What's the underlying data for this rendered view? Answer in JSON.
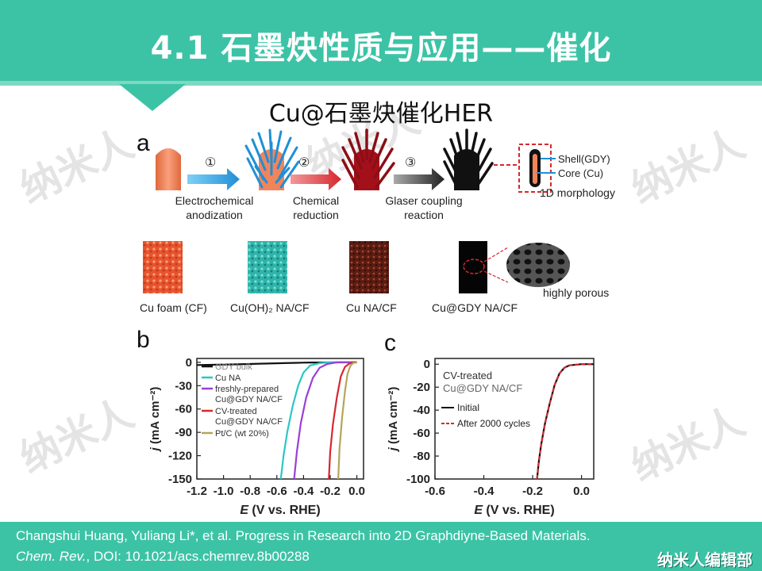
{
  "title": "4.1 石墨炔性质与应用——催化",
  "subtitle": "Cu@石墨炔催化HER",
  "watermark": "纳米人",
  "colors": {
    "accent": "#3cc3a6",
    "gdy_bulk": "#111111",
    "cu_na": "#2bc7c4",
    "freshly_prepared": "#9b3fd6",
    "cv_treated": "#d6282e",
    "ptc": "#b5a55a",
    "copper": "#f2845c"
  },
  "panel_a": {
    "letter": "a",
    "steps": [
      {
        "num": "①",
        "label": [
          "Electrochemical",
          "anodization"
        ]
      },
      {
        "num": "②",
        "label": [
          "Chemical",
          "reduction"
        ]
      },
      {
        "num": "③",
        "label": [
          "Glaser coupling",
          "reaction"
        ]
      }
    ],
    "shell_label": "Shell(GDY)",
    "core_label": "Core (Cu)",
    "morphology_label": "1D morphology",
    "samples": [
      "Cu foam (CF)",
      "Cu(OH)₂ NA/CF",
      "Cu NA/CF",
      "Cu@GDY NA/CF"
    ],
    "porous_label": "highly porous"
  },
  "chart_data": [
    {
      "type": "line",
      "panel": "b",
      "xlabel": "E (V vs. RHE)",
      "ylabel": "j (mA cm⁻²)",
      "xlim": [
        -1.2,
        0.05
      ],
      "ylim": [
        -150,
        5
      ],
      "xticks": [
        "-1.2",
        "-1.0",
        "-0.8",
        "-0.6",
        "-0.4",
        "-0.2",
        "0.0"
      ],
      "yticks": [
        "0",
        "-30",
        "-60",
        "-90",
        "-120",
        "-150"
      ],
      "legend_position": "top-left",
      "series": [
        {
          "name": "GDY bulk",
          "x": [
            -1.2,
            -0.9,
            -0.7,
            -0.55,
            -0.45,
            -0.35,
            0.0
          ],
          "y": [
            -3.5,
            -2.5,
            -1.6,
            -1.0,
            -0.6,
            -0.2,
            0
          ]
        },
        {
          "name": "Cu NA",
          "x": [
            -0.57,
            -0.55,
            -0.52,
            -0.48,
            -0.44,
            -0.4,
            -0.35,
            -0.28,
            -0.2,
            0.0
          ],
          "y": [
            -150,
            -120,
            -88,
            -55,
            -30,
            -13,
            -4,
            -1,
            0,
            0
          ]
        },
        {
          "name": "freshly-prepared Cu@GDY NA/CF",
          "x": [
            -0.47,
            -0.45,
            -0.42,
            -0.38,
            -0.33,
            -0.28,
            -0.22,
            -0.15,
            0.0
          ],
          "y": [
            -150,
            -115,
            -78,
            -45,
            -20,
            -7,
            -2,
            0,
            0
          ]
        },
        {
          "name": "CV-treated Cu@GDY NA/CF",
          "x": [
            -0.21,
            -0.2,
            -0.18,
            -0.15,
            -0.12,
            -0.09,
            -0.06,
            -0.03,
            0.0
          ],
          "y": [
            -150,
            -115,
            -80,
            -45,
            -18,
            -6,
            -2,
            0,
            0
          ]
        },
        {
          "name": "Pt/C (wt 20%)",
          "x": [
            -0.14,
            -0.13,
            -0.11,
            -0.09,
            -0.07,
            -0.05,
            -0.03,
            0.0
          ],
          "y": [
            -150,
            -110,
            -70,
            -38,
            -15,
            -5,
            -1,
            0
          ]
        }
      ]
    },
    {
      "type": "line",
      "panel": "c",
      "xlabel": "E (V vs. RHE)",
      "ylabel": "j (mA cm⁻²)",
      "xlim": [
        -0.6,
        0.05
      ],
      "ylim": [
        -100,
        5
      ],
      "xticks": [
        "-0.6",
        "-0.4",
        "-0.2",
        "0.0"
      ],
      "yticks": [
        "0",
        "-20",
        "-40",
        "-60",
        "-80",
        "-100"
      ],
      "legend_title": [
        "CV-treated",
        "Cu@GDY NA/CF"
      ],
      "series": [
        {
          "name": "Initial",
          "x": [
            -0.182,
            -0.175,
            -0.165,
            -0.15,
            -0.13,
            -0.11,
            -0.09,
            -0.07,
            -0.05,
            0.0,
            0.05
          ],
          "y": [
            -100,
            -85,
            -70,
            -52,
            -34,
            -18,
            -8,
            -3,
            -1,
            0,
            0
          ]
        },
        {
          "name": "After 2000 cycles",
          "x": [
            -0.182,
            -0.175,
            -0.165,
            -0.15,
            -0.13,
            -0.11,
            -0.09,
            -0.07,
            -0.05,
            0.0,
            0.05
          ],
          "y": [
            -100,
            -85,
            -70,
            -52,
            -34,
            -18,
            -8,
            -3,
            -1,
            0,
            0
          ]
        }
      ]
    }
  ],
  "panel_b_letter": "b",
  "panel_c_letter": "c",
  "citation": {
    "line1": "Changshui Huang, Yuliang Li*, et al. Progress in Research into 2D Graphdiyne-Based Materials.",
    "journal": "Chem. Rev.",
    "line2_rest": ", DOI: 10.1021/acs.chemrev.8b00288"
  },
  "footer_logo": "纳米人编辑部"
}
